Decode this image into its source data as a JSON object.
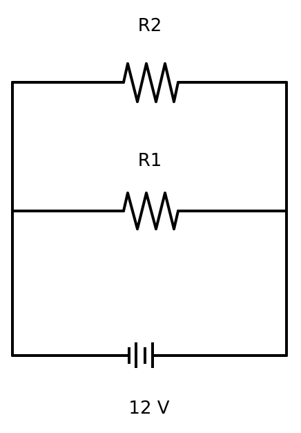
{
  "diagram": {
    "components": [
      {
        "id": "r2",
        "type": "resistor",
        "label": "R2"
      },
      {
        "id": "r1",
        "type": "resistor",
        "label": "R1"
      },
      {
        "id": "battery",
        "type": "battery",
        "label": "12 V"
      }
    ],
    "stroke_color": "#000000",
    "background_color": "#ffffff"
  }
}
